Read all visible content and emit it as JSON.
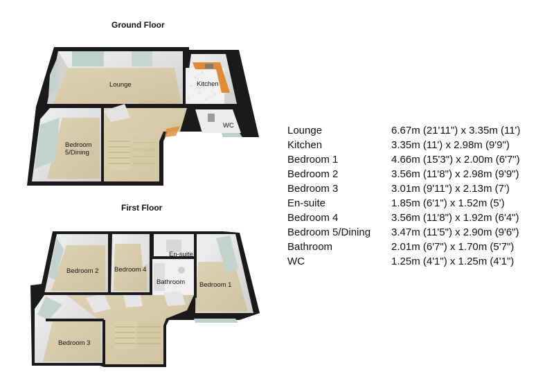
{
  "floors": {
    "ground_title": "Ground Floor",
    "first_title": "First Floor"
  },
  "room_labels": {
    "lounge": "Lounge",
    "kitchen": "Kitchen",
    "wc": "WC",
    "bedroom5_line1": "Bedroom",
    "bedroom5_line2": "5/Dining",
    "bedroom2": "Bedroom 2",
    "bedroom4": "Bedroom 4",
    "ensuite": "En-suite",
    "bathroom": "Bathroom",
    "bedroom1": "Bedroom 1",
    "bedroom3": "Bedroom 3"
  },
  "dimensions": [
    {
      "room": "Lounge",
      "size": "6.67m (21'11\") x 3.35m (11')"
    },
    {
      "room": "Kitchen",
      "size": "3.35m (11') x 2.98m (9'9\")"
    },
    {
      "room": "Bedroom 1",
      "size": "4.66m (15'3\") x 2.00m (6'7\")"
    },
    {
      "room": "Bedroom 2",
      "size": "3.56m (11'8\") x 2.98m (9'9\")"
    },
    {
      "room": "Bedroom 3",
      "size": "3.01m (9'11\") x 2.13m (7')"
    },
    {
      "room": "En-suite",
      "size": "1.85m (6'1\") x 1.52m (5')"
    },
    {
      "room": "Bedroom 4",
      "size": "3.56m (11'8\") x 1.92m (6'4\")"
    },
    {
      "room": "Bedroom 5/Dining",
      "size": "3.47m (11'5\") x 2.90m (9'6\")"
    },
    {
      "room": "Bathroom",
      "size": "2.01m (6'7\") x 1.70m (5'7\")"
    },
    {
      "room": "WC",
      "size": "1.25m (4'1\") x 1.25m (4'1\")"
    }
  ],
  "colors": {
    "floor_carpet": "#d8ccab",
    "wall_top": "#1a1a1a",
    "wall_face": "#e6e6e6",
    "window_glass": "#bcd0cc",
    "kitchen_worktop": "#e08a35"
  }
}
